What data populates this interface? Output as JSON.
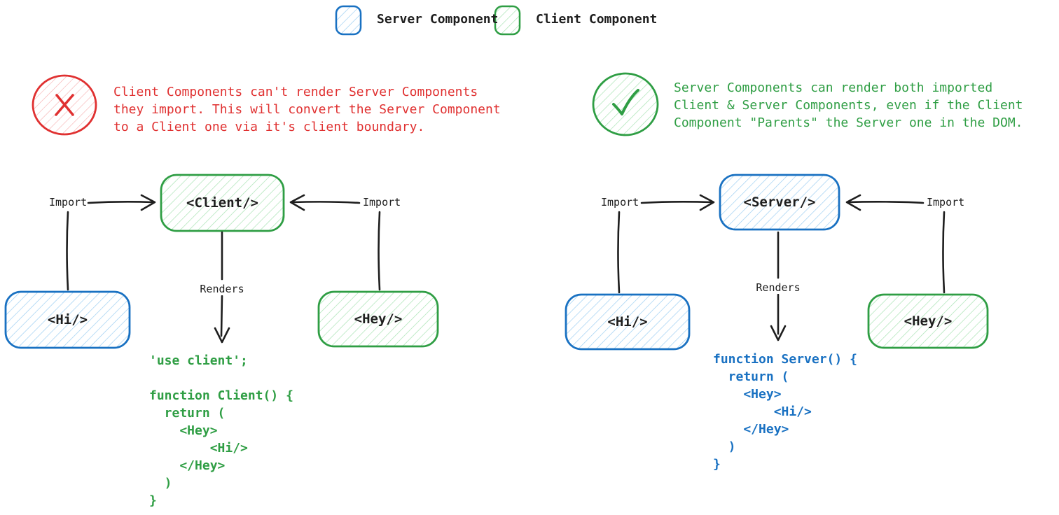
{
  "colors": {
    "blue_stroke": "#1971c2",
    "blue_fill": "#a5d8ff",
    "green_stroke": "#2f9e44",
    "green_fill": "#b2f2bb",
    "red_stroke": "#e03131",
    "red_fill": "#ffc9c9",
    "ink": "#1e1e1e"
  },
  "legend": {
    "server_label": "Server Component",
    "client_label": "Client Component",
    "server_swatch_icon": "blue-hatched-box-icon",
    "client_swatch_icon": "green-hatched-box-icon"
  },
  "left_panel": {
    "verdict_icon": "x-icon",
    "note": "Client Components can't render Server Components\nthey import. This will convert the Server Component\nto a Client one via it's client boundary.",
    "import_left": "Import",
    "import_right": "Import",
    "renders": "Renders",
    "boxes": {
      "top": "<Client/>",
      "left": "<Hi/>",
      "right": "<Hey/>"
    },
    "code": "'use client';\n\nfunction Client() {\n  return (\n    <Hey>\n        <Hi/>\n    </Hey>\n  )\n}"
  },
  "right_panel": {
    "verdict_icon": "check-icon",
    "note": "Server Components can render both imported\nClient & Server Components, even if the Client\nComponent \"Parents\" the Server one in the DOM.",
    "import_left": "Import",
    "import_right": "Import",
    "renders": "Renders",
    "boxes": {
      "top": "<Server/>",
      "left": "<Hi/>",
      "right": "<Hey/>"
    },
    "code": "function Server() {\n  return (\n    <Hey>\n        <Hi/>\n    </Hey>\n  )\n}"
  }
}
